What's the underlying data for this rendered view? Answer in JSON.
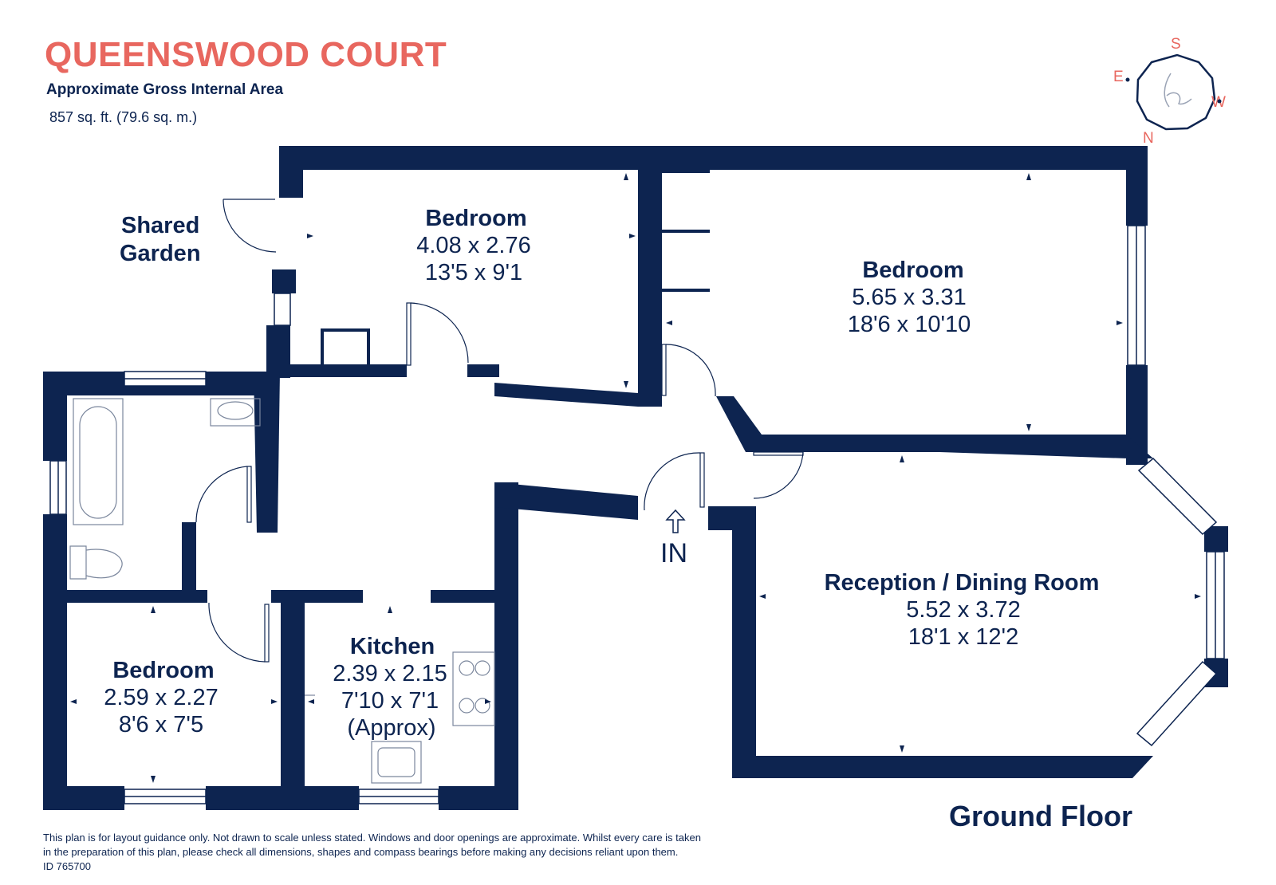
{
  "header": {
    "title": "QUEENSWOOD COURT",
    "subtitle": "Approximate Gross Internal Area",
    "area": "857 sq. ft. (79.6 sq. m.)"
  },
  "compass": {
    "s": "S",
    "e": "E",
    "w": "W",
    "n": "N",
    "logo_letter": "h"
  },
  "labels": {
    "garden_line1": "Shared",
    "garden_line2": "Garden",
    "entrance": "IN",
    "floor": "Ground Floor"
  },
  "rooms": [
    {
      "name": "Bedroom",
      "metric": "4.08 x 2.76",
      "imperial": "13'5 x 9'1"
    },
    {
      "name": "Bedroom",
      "metric": "5.65 x 3.31",
      "imperial": "18'6 x 10'10"
    },
    {
      "name": "Reception / Dining Room",
      "metric": "5.52 x 3.72",
      "imperial": "18'1 x 12'2"
    },
    {
      "name": "Kitchen",
      "metric": "2.39 x 2.15",
      "imperial": "7'10 x 7'1",
      "note": "(Approx)"
    },
    {
      "name": "Bedroom",
      "metric": "2.59 x 2.27",
      "imperial": "8'6 x 7'5"
    }
  ],
  "disclaimer": {
    "line1": "This plan is for layout guidance only. Not drawn to scale unless stated. Windows and door openings are approximate. Whilst every care is taken",
    "line2": "in the preparation of this plan, please check all dimensions, shapes and compass bearings before making any decisions reliant upon them.",
    "id": "ID 765700"
  },
  "colors": {
    "wall": "#0d2450",
    "accent": "#e8675f",
    "fixture": "#7a869c"
  }
}
